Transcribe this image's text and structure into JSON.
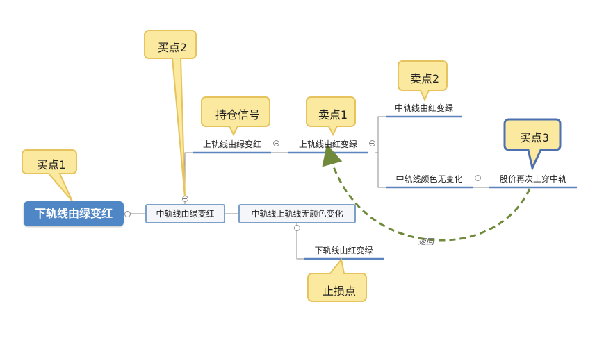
{
  "colors": {
    "root_fill": "#4f86c6",
    "branch_line": "#5b84bd",
    "callout_fill": "#fbe9a0",
    "callout_border": "#e6c35c",
    "return_arrow": "#6f8a3a"
  },
  "root": {
    "label": "下轨线由绿变红"
  },
  "nodes": {
    "mid_green_red": "中轨线由绿变红",
    "upper_green_red": "上轨线由绿变红",
    "upper_red_green": "上轨线由红变绿",
    "mid_red_green": "中轨线由红变绿",
    "mid_no_change": "中轨线颜色无变化",
    "price_cross": "股价再次上穿中轨",
    "mid_upper_no_change": "中轨线上轨线无颜色变化",
    "lower_red_green": "下轨线由红变绿"
  },
  "callouts": {
    "buy1": "买点1",
    "buy2": "买点2",
    "buy3": "买点3",
    "hold": "持仓信号",
    "sell1": "卖点1",
    "sell2": "卖点2",
    "stop": "止损点"
  },
  "arrow_label": "返回"
}
